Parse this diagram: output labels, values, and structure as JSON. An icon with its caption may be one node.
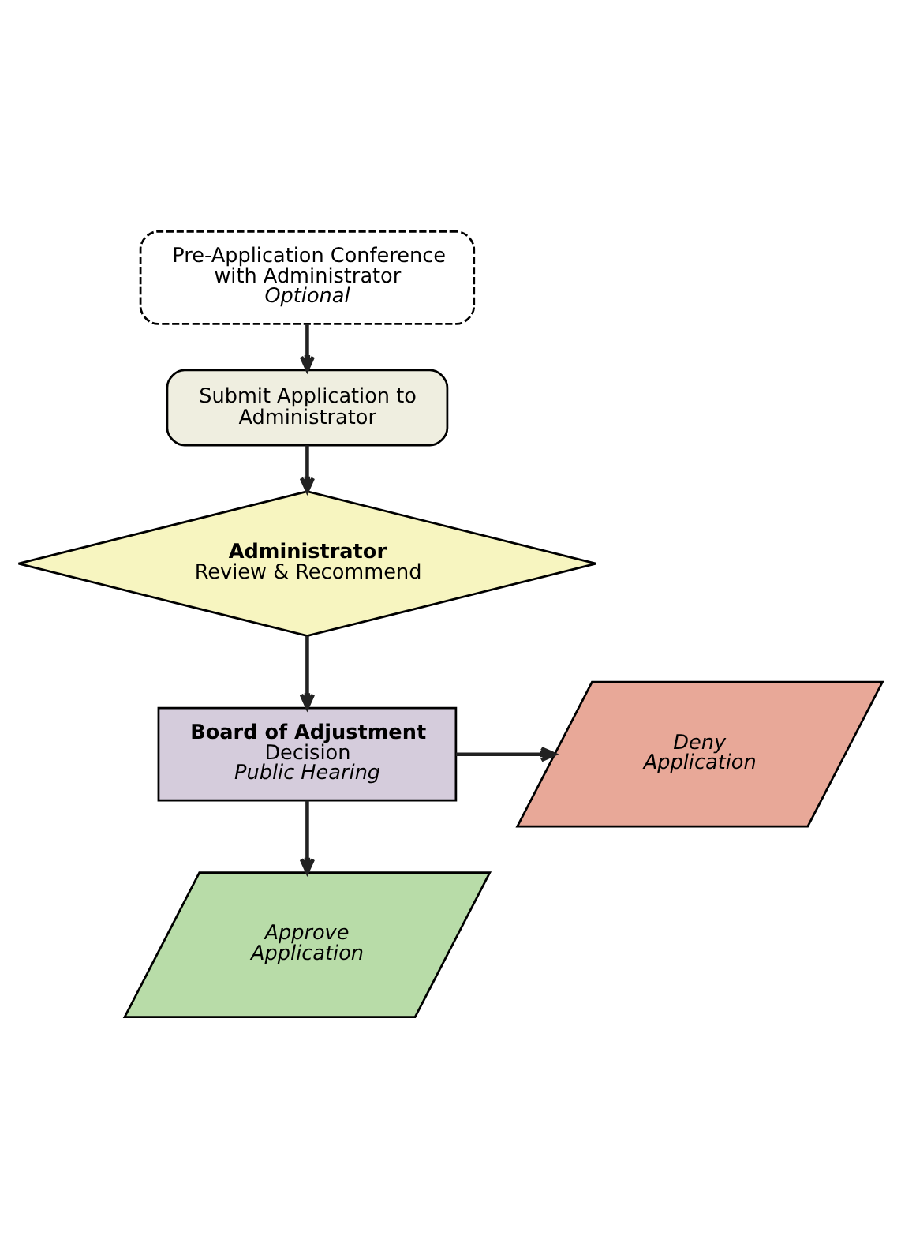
{
  "diagram": {
    "nodes": [
      {
        "text": [
          "Pre-Application Conference with Administrator",
          "Optional"
        ]
      },
      {
        "text": [
          "Submit Application to Administrator"
        ]
      },
      {
        "text": [
          "Administrator",
          "Review & Recommend"
        ]
      },
      {
        "text": [
          "Board of Adjustment",
          "Decision",
          "Public Hearing"
        ]
      },
      {
        "text": [
          "Deny Application"
        ]
      },
      {
        "text": [
          "Approve Application"
        ]
      }
    ],
    "edges": [
      {
        "from": 0,
        "to": 1,
        "arrow": "to"
      },
      {
        "from": 1,
        "to": 2,
        "arrow": "to"
      },
      {
        "from": 2,
        "to": 3,
        "arrow": "to"
      },
      {
        "from": 3,
        "to": 4,
        "arrow": "to"
      },
      {
        "from": 3,
        "to": 5,
        "arrow": "to"
      }
    ]
  }
}
